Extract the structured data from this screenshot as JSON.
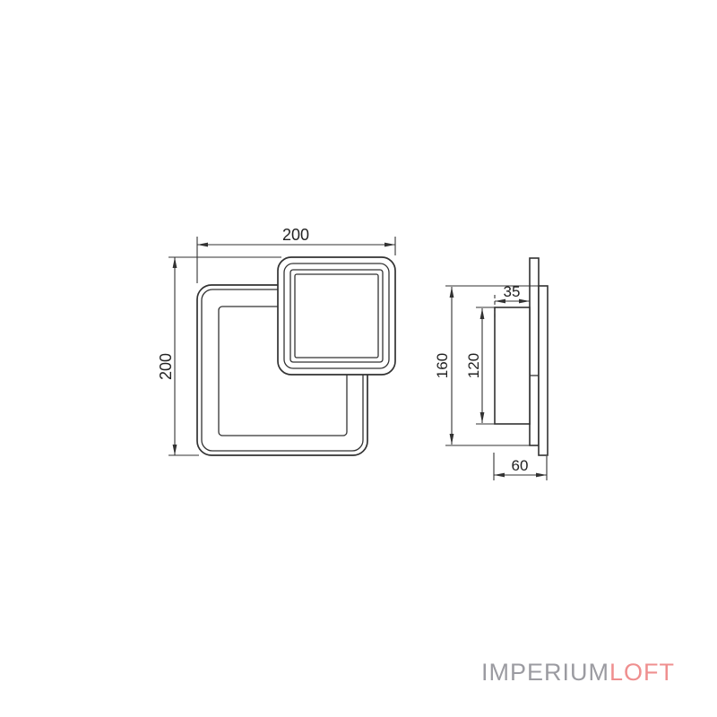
{
  "page": {
    "background": "#ffffff"
  },
  "drawing": {
    "line_color": "#323232",
    "front_view": {
      "width_label": "200",
      "height_label": "200"
    },
    "side_view": {
      "protrusion_label": "35",
      "height_label": "160",
      "body_height_label": "120",
      "depth_label": "60"
    }
  },
  "watermark": {
    "brand_gray": "IMPERIUM",
    "brand_accent": "LOFT",
    "gray_color": "#9b9ba1",
    "accent_color": "#ef8f8f"
  }
}
